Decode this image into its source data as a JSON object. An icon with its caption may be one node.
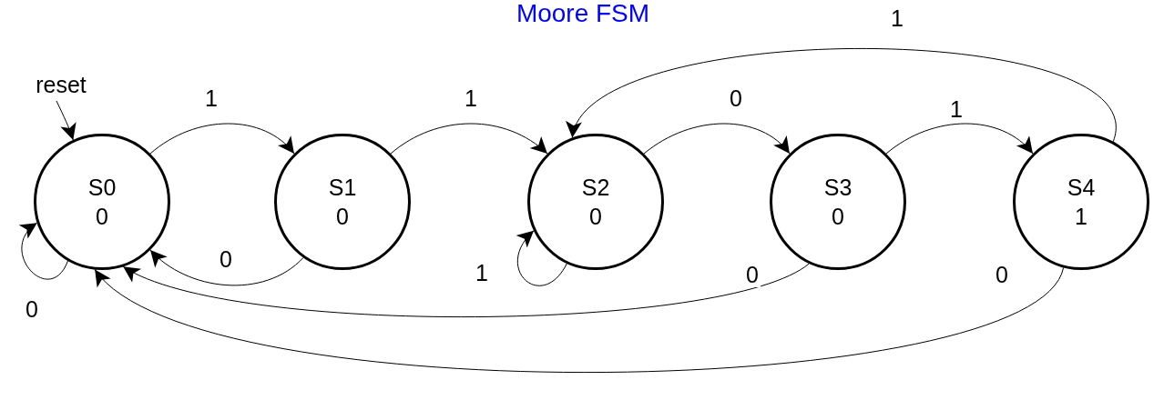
{
  "diagram": {
    "title": "Moore FSM",
    "nodes": [
      {
        "text": [
          "reset"
        ]
      },
      {
        "text": [
          "S0",
          "0"
        ]
      },
      {
        "text": [
          "S1",
          "0"
        ]
      },
      {
        "text": [
          "S2",
          "0"
        ]
      },
      {
        "text": [
          "S3",
          "0"
        ]
      },
      {
        "text": [
          "S4",
          "1"
        ]
      }
    ],
    "edges": [
      {
        "from": 0,
        "to": 1,
        "arrow": "to"
      },
      {
        "from": 1,
        "to": 2,
        "label": "1",
        "arrow": "to"
      },
      {
        "from": 2,
        "to": 3,
        "label": "1",
        "arrow": "to"
      },
      {
        "from": 3,
        "to": 4,
        "label": "0",
        "arrow": "to"
      },
      {
        "from": 4,
        "to": 5,
        "label": "1",
        "arrow": "to"
      },
      {
        "from": 5,
        "to": 3,
        "label": "1",
        "arrow": "to"
      },
      {
        "from": 1,
        "to": 1,
        "label": "0",
        "arrow": "to"
      },
      {
        "from": 2,
        "to": 1,
        "label": "0",
        "arrow": "to"
      },
      {
        "from": 3,
        "to": 3,
        "label": "1",
        "arrow": "to"
      },
      {
        "from": 4,
        "to": 1,
        "label": "0",
        "arrow": "to"
      },
      {
        "from": 5,
        "to": 1,
        "label": "0",
        "arrow": "to"
      }
    ]
  }
}
